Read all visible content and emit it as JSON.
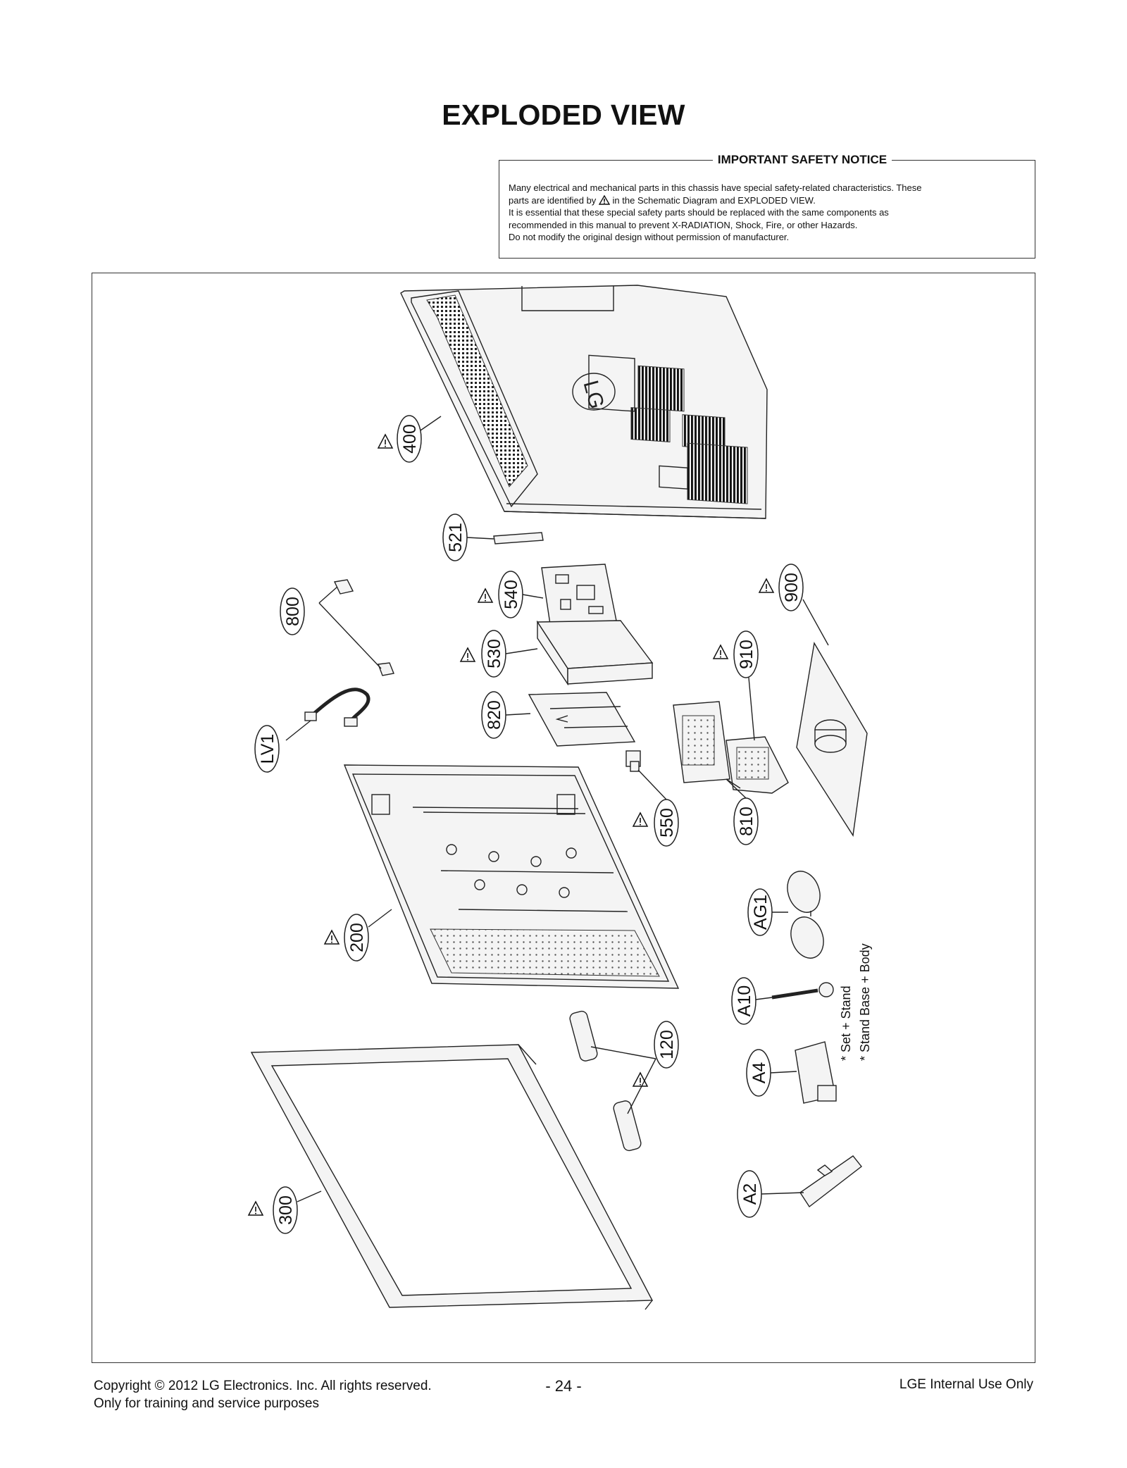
{
  "page": {
    "title": "EXPLODED VIEW",
    "safety_notice": {
      "heading": "IMPORTANT SAFETY NOTICE",
      "line1": "Many electrical and mechanical parts in this chassis have special safety-related characteristics. These",
      "line2_a": "parts are identified by",
      "line2_b": "in the Schematic Diagram and EXPLODED VIEW.",
      "line3": "It is essential that these special safety parts should be replaced with the same components as",
      "line4": "recommended in this manual to prevent X-RADIATION, Shock, Fire, or other Hazards.",
      "line5": "Do not modify the original design without permission of manufacturer."
    },
    "parts": {
      "p400": "400",
      "p521": "521",
      "p540": "540",
      "p530": "530",
      "p820": "820",
      "p800": "800",
      "pLV1": "LV1",
      "p900": "900",
      "p910": "910",
      "p810": "810",
      "p550": "550",
      "p200": "200",
      "pAG1": "AG1",
      "pA10": "A10",
      "p120": "120",
      "pA4": "A4",
      "p300": "300",
      "pA2": "A2"
    },
    "notes": {
      "note1": "* Set + Stand",
      "note2": "* Stand Base + Body"
    },
    "logo_text": "LG",
    "footer": {
      "copyright": "Copyright © 2012 LG Electronics. Inc. All rights reserved.",
      "purpose": "Only for training and service purposes",
      "page_number": "- 24 -",
      "internal": "LGE Internal Use Only"
    },
    "icons": {
      "warning": "warning-triangle-icon"
    }
  }
}
